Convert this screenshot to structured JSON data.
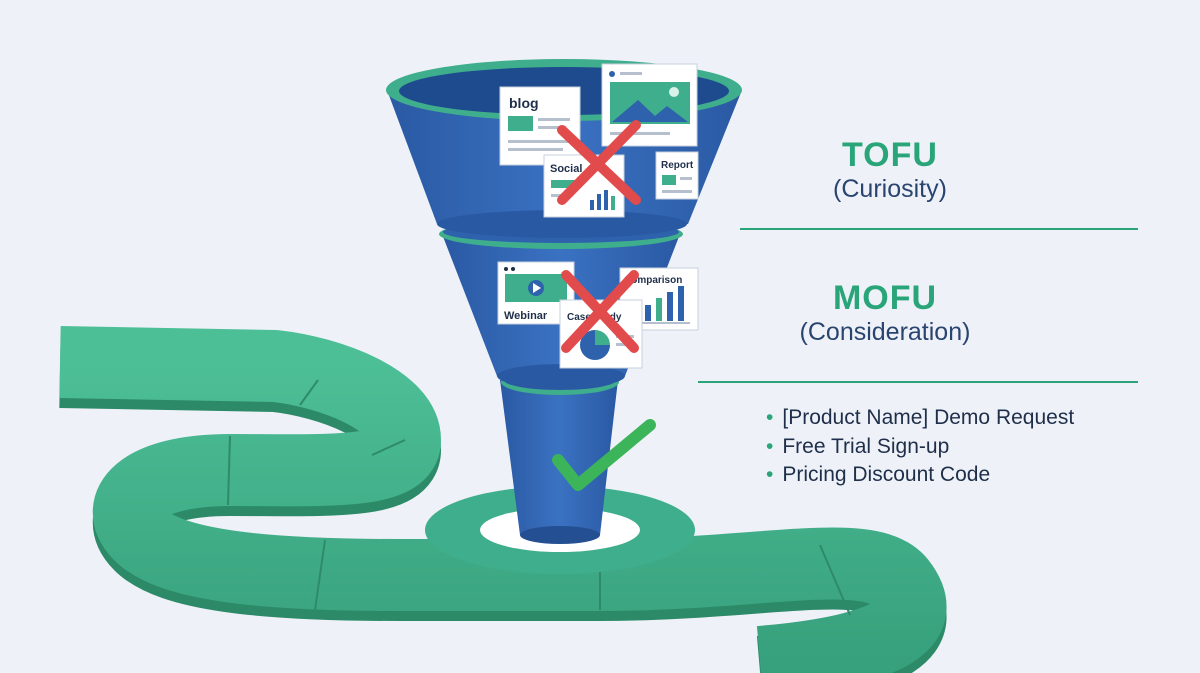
{
  "stages": [
    {
      "name": "TOFU",
      "subtitle": "(Curiosity)"
    },
    {
      "name": "MOFU",
      "subtitle": "(Consideration)"
    }
  ],
  "bottom_items": [
    "[Product Name] Demo Request",
    "Free Trial Sign-up",
    "Pricing Discount Code"
  ],
  "tofu_cards": [
    {
      "label": "blog"
    },
    {
      "label": "Social"
    },
    {
      "label": "Report"
    }
  ],
  "mofu_cards": [
    {
      "label": "Webinar"
    },
    {
      "label": "Comparison"
    },
    {
      "label": "Case Study"
    }
  ],
  "colors": {
    "funnel_blue": "#2f63b0",
    "funnel_dark": "#1e4a8e",
    "accent_green": "#2aa57a",
    "path_green": "#45b591",
    "cross_red": "#e24b4b",
    "check_green": "#3cb55a"
  }
}
